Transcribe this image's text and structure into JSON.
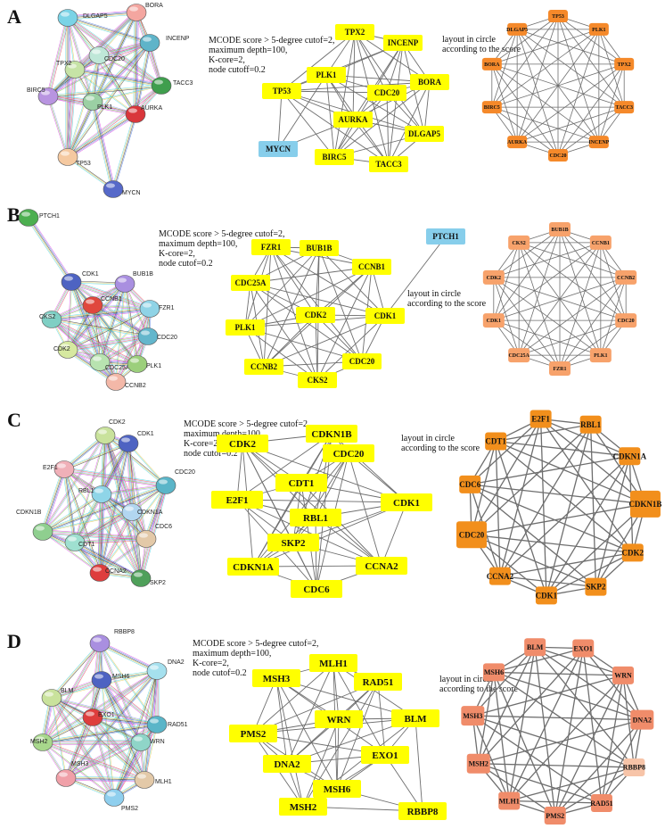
{
  "colors": {
    "yellow_node": "#ffff00",
    "cyan_node": "#87ceeb",
    "orange_A": "#f5892a",
    "orange_B": "#f7a26b",
    "orange_C": "#f28f1c",
    "orange_D": "#f08c6a",
    "edge_gray": "#6e6e6e"
  },
  "panels": [
    {
      "label": "A",
      "note": [
        "MCODE score > 5-degree cutof=2,",
        "maximum depth=100,",
        "K-core=2,",
        "node cutoff=0.2"
      ],
      "layout_note": [
        "layout in circle",
        "according to the score"
      ],
      "string_nodes": [
        {
          "name": "DLGAP5",
          "color": "#7ad3e6"
        },
        {
          "name": "BORA",
          "color": "#f4a6a0"
        },
        {
          "name": "INCENP",
          "color": "#5fb4c9"
        },
        {
          "name": "CDC20",
          "color": "#bfe7d8"
        },
        {
          "name": "TPX2",
          "color": "#c6e3a6"
        },
        {
          "name": "TACC3",
          "color": "#3f9e4d"
        },
        {
          "name": "BIRC5",
          "color": "#b894e0"
        },
        {
          "name": "PLK1",
          "color": "#9bd0a4"
        },
        {
          "name": "AURKA",
          "color": "#d9363b"
        },
        {
          "name": "TP53",
          "color": "#f5c9a0"
        },
        {
          "name": "MYCN",
          "color": "#5669c9"
        }
      ],
      "mcode_nodes": [
        "TPX2",
        "INCENP",
        "PLK1",
        "TP53",
        "CDC20",
        "BORA",
        "AURKA",
        "DLGAP5",
        "BIRC5",
        "TACC3",
        "MYCN"
      ],
      "circle_nodes": [
        "TP53",
        "PLK1",
        "TPX2",
        "TACC3",
        "INCENP",
        "CDC20",
        "AURKA",
        "BIRC5",
        "BORA",
        "DLGAP5"
      ]
    },
    {
      "label": "B",
      "note": [
        "MCODE score > 5-degree cutof=2,",
        "maximum depth=100,",
        "K-core=2,",
        "node cutof=0.2"
      ],
      "layout_note": [
        "layout in circle",
        "according to the score"
      ],
      "string_nodes": [
        {
          "name": "PTCH1",
          "color": "#4caf50"
        },
        {
          "name": "CDK1",
          "color": "#4e63c2"
        },
        {
          "name": "BUB1B",
          "color": "#a98fe0"
        },
        {
          "name": "CCNB1",
          "color": "#e0473d"
        },
        {
          "name": "FZR1",
          "color": "#8fd3e6"
        },
        {
          "name": "CKS2",
          "color": "#7fcfc4"
        },
        {
          "name": "CDC20",
          "color": "#63b6cc"
        },
        {
          "name": "CDK2",
          "color": "#d6e9a0"
        },
        {
          "name": "CDC25A",
          "color": "#b8e3b0"
        },
        {
          "name": "PLK1",
          "color": "#9ccf7c"
        },
        {
          "name": "CCNB2",
          "color": "#f3b8a8"
        }
      ],
      "mcode_nodes": [
        "FZR1",
        "BUB1B",
        "PTCH1",
        "CDC25A",
        "CCNB1",
        "CDK2",
        "PLK1",
        "CDK1",
        "CCNB2",
        "CDC20",
        "CKS2"
      ],
      "circle_nodes": [
        "BUB1B",
        "CCNB1",
        "CCNB2",
        "CDC20",
        "PLK1",
        "FZR1",
        "CDC25A",
        "CDK1",
        "CDK2",
        "CKS2"
      ]
    },
    {
      "label": "C",
      "note": [
        "MCODE score > 5-degree cutof=2,",
        "maximum depth=100,",
        "K-core=2,",
        "node cutof=0.2"
      ],
      "layout_note": [
        "layout in circle",
        "according to the score"
      ],
      "string_nodes": [
        {
          "name": "CDK2",
          "color": "#c9e29c"
        },
        {
          "name": "CDK1",
          "color": "#4e63c2"
        },
        {
          "name": "E2F1",
          "color": "#f0b0b8"
        },
        {
          "name": "CDC20",
          "color": "#5ab5c8"
        },
        {
          "name": "RBL1",
          "color": "#8fd5e8"
        },
        {
          "name": "CDKN1A",
          "color": "#b2d6f0"
        },
        {
          "name": "CDC6",
          "color": "#e3c9a8"
        },
        {
          "name": "CDKN1B",
          "color": "#8fcf8f"
        },
        {
          "name": "CDT1",
          "color": "#9fe0d0"
        },
        {
          "name": "CCNA2",
          "color": "#de3d3d"
        },
        {
          "name": "SKP2",
          "color": "#4fa05a"
        }
      ],
      "mcode_nodes": [
        "CDKN1B",
        "CDK2",
        "CDC20",
        "CDT1",
        "E2F1",
        "CDK1",
        "RBL1",
        "SKP2",
        "CDKN1A",
        "CCNA2",
        "CDC6"
      ],
      "circle_nodes": [
        "E2F1",
        "RBL1",
        "CDKN1A",
        "CDKN1B",
        "CDK2",
        "SKP2",
        "CDK1",
        "CCNA2",
        "CDC20",
        "CDC6",
        "CDT1"
      ]
    },
    {
      "label": "D",
      "note": [
        "MCODE score > 5-degree cutof=2,",
        "maximum depth=100,",
        "K-core=2,",
        "node cutof=0.2"
      ],
      "layout_note": [
        "layout in circle",
        "according to the score"
      ],
      "string_nodes": [
        {
          "name": "RBBP8",
          "color": "#a98fe0"
        },
        {
          "name": "DNA2",
          "color": "#a5e0ee"
        },
        {
          "name": "MSH6",
          "color": "#4e63c2"
        },
        {
          "name": "BLM",
          "color": "#c9e29c"
        },
        {
          "name": "RAD51",
          "color": "#5ab5c8"
        },
        {
          "name": "EXO1",
          "color": "#de3d3d"
        },
        {
          "name": "MSH2",
          "color": "#a8d88c"
        },
        {
          "name": "WRN",
          "color": "#8fd5c8"
        },
        {
          "name": "MLH1",
          "color": "#e3c9a8"
        },
        {
          "name": "MSH3",
          "color": "#f0a0a8"
        },
        {
          "name": "PMS2",
          "color": "#8fcfee"
        }
      ],
      "mcode_nodes": [
        "MLH1",
        "MSH3",
        "RAD51",
        "WRN",
        "BLM",
        "PMS2",
        "EXO1",
        "DNA2",
        "MSH6",
        "MSH2",
        "RBBP8"
      ],
      "circle_nodes": [
        "BLM",
        "EXO1",
        "WRN",
        "DNA2",
        "RBBP8",
        "RAD51",
        "PMS2",
        "MLH1",
        "MSH2",
        "MSH3",
        "MSH6"
      ]
    }
  ]
}
